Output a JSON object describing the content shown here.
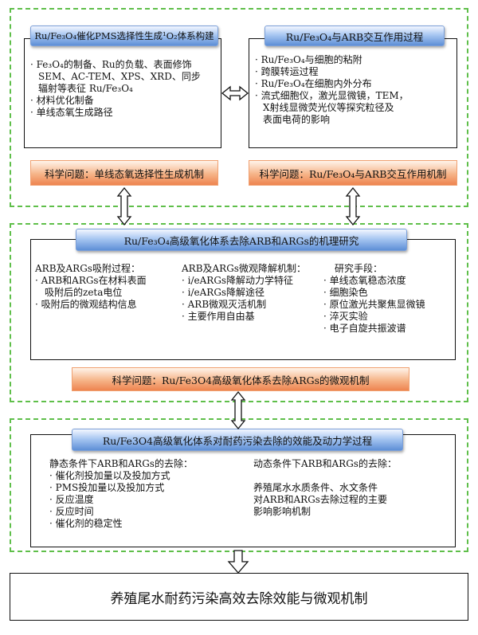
{
  "section1": {
    "left_title": "Ru/Fe₃O₄催化PMS选择性生成¹O₂体系构建",
    "left_items": [
      "· Fe₃O₄的制备、Ru的负载、表面修饰",
      "SEM、AC-TEM、XPS、XRD、同步",
      "辐射等表征 Ru/Fe₃O₄",
      "· 材料优化制备",
      "· 单线态氧生成路径"
    ],
    "right_title": "Ru/Fe₃O₄与ARB交互作用过程",
    "right_items": [
      "· Ru/Fe₃O₄与细胞的粘附",
      "· 跨膜转运过程",
      "· Ru/Fe₃O₄在细胞内外分布",
      "· 流式细胞仪，激光显微镜，TEM，",
      "X射线显微荧光仪等探究粒径及",
      "表面电荷的影响"
    ],
    "left_question": "科学问题：单线态氧选择性生成机制",
    "right_question": "科学问题：Ru/Fe₃O₄与ARB交互作用机制"
  },
  "section2": {
    "title": "Ru/Fe₃O₄高级氧化体系去除ARB和ARGs的机理研究",
    "col1": [
      "ARB及ARGs吸附过程：",
      "· ARB和ARGs在材料表面",
      "吸附后的zeta电位",
      "· 吸附后的微观结构信息"
    ],
    "col2": [
      "ARB及ARGs微观降解机制：",
      "· i/eARGs降解动力学特征",
      "· i/eARGs降解途径",
      "· ARB微观灭活机制",
      "· 主要作用自由基"
    ],
    "col3": [
      "研究手段：",
      "· 单线态氧稳态浓度",
      "· 细胞染色",
      "· 原位激光共聚焦显微镜",
      "· 淬灭实验",
      "· 电子自旋共振波谱"
    ],
    "question": "科学问题：Ru/Fe3O4高级氧化体系去除ARGs的微观机制"
  },
  "section3": {
    "title": "Ru/Fe3O4高级氧化体系对耐药污染去除的效能及动力学过程",
    "left": [
      "静态条件下ARB和ARGs的去除：",
      "· 催化剂投加量以及投加方式",
      "· PMS投加量以及投加方式",
      "· 反应温度",
      "· 反应时间",
      "· 催化剂的稳定性"
    ],
    "right": [
      "动态条件下ARB和ARGs的去除：",
      "",
      "养殖尾水水质条件、水文条件",
      "对ARB和ARGs去除过程的主要",
      "影响影响机制"
    ]
  },
  "final_title": "养殖尾水耐药污染高效去除效能与微观机制"
}
